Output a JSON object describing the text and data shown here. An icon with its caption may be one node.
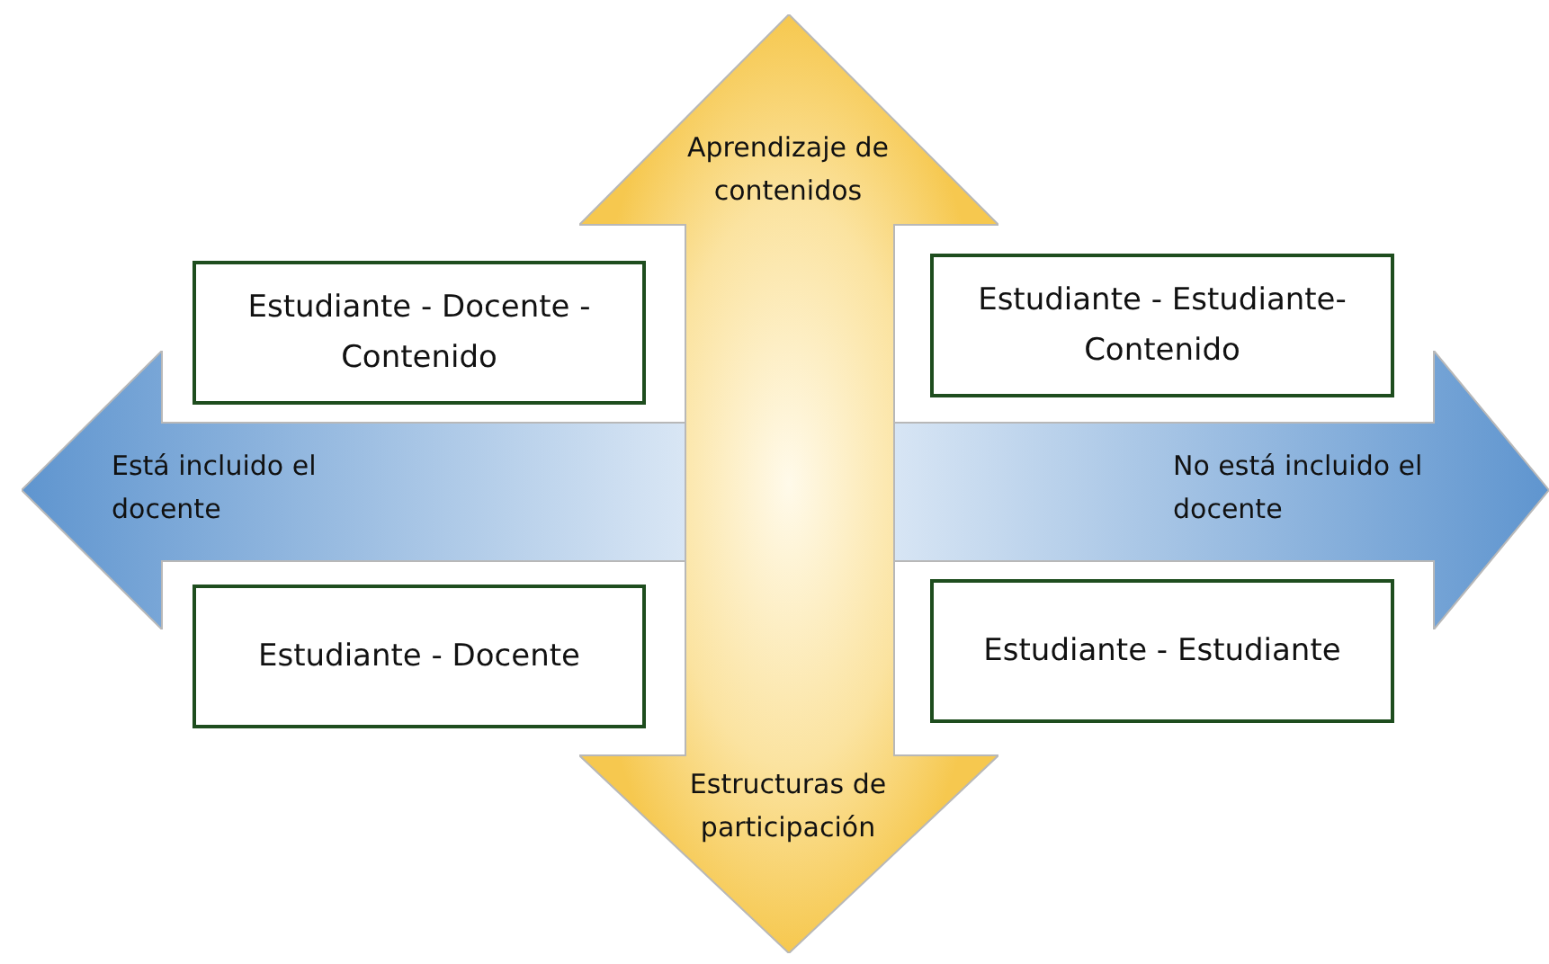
{
  "diagram": {
    "nodes": [
      {
        "text": [
          "Aprendizaje de contenidos",
          "Estructuras de participación"
        ]
      },
      {
        "text": [
          "Está incluido el docente",
          "No está incluido el docente"
        ]
      },
      {
        "text": [
          "Estudiante - Docente - Contenido"
        ]
      },
      {
        "text": [
          "Estudiante - Estudiante- Contenido"
        ]
      },
      {
        "text": [
          "Estudiante - Docente"
        ]
      },
      {
        "text": [
          "Estudiante - Estudiante"
        ]
      }
    ],
    "edges": []
  }
}
